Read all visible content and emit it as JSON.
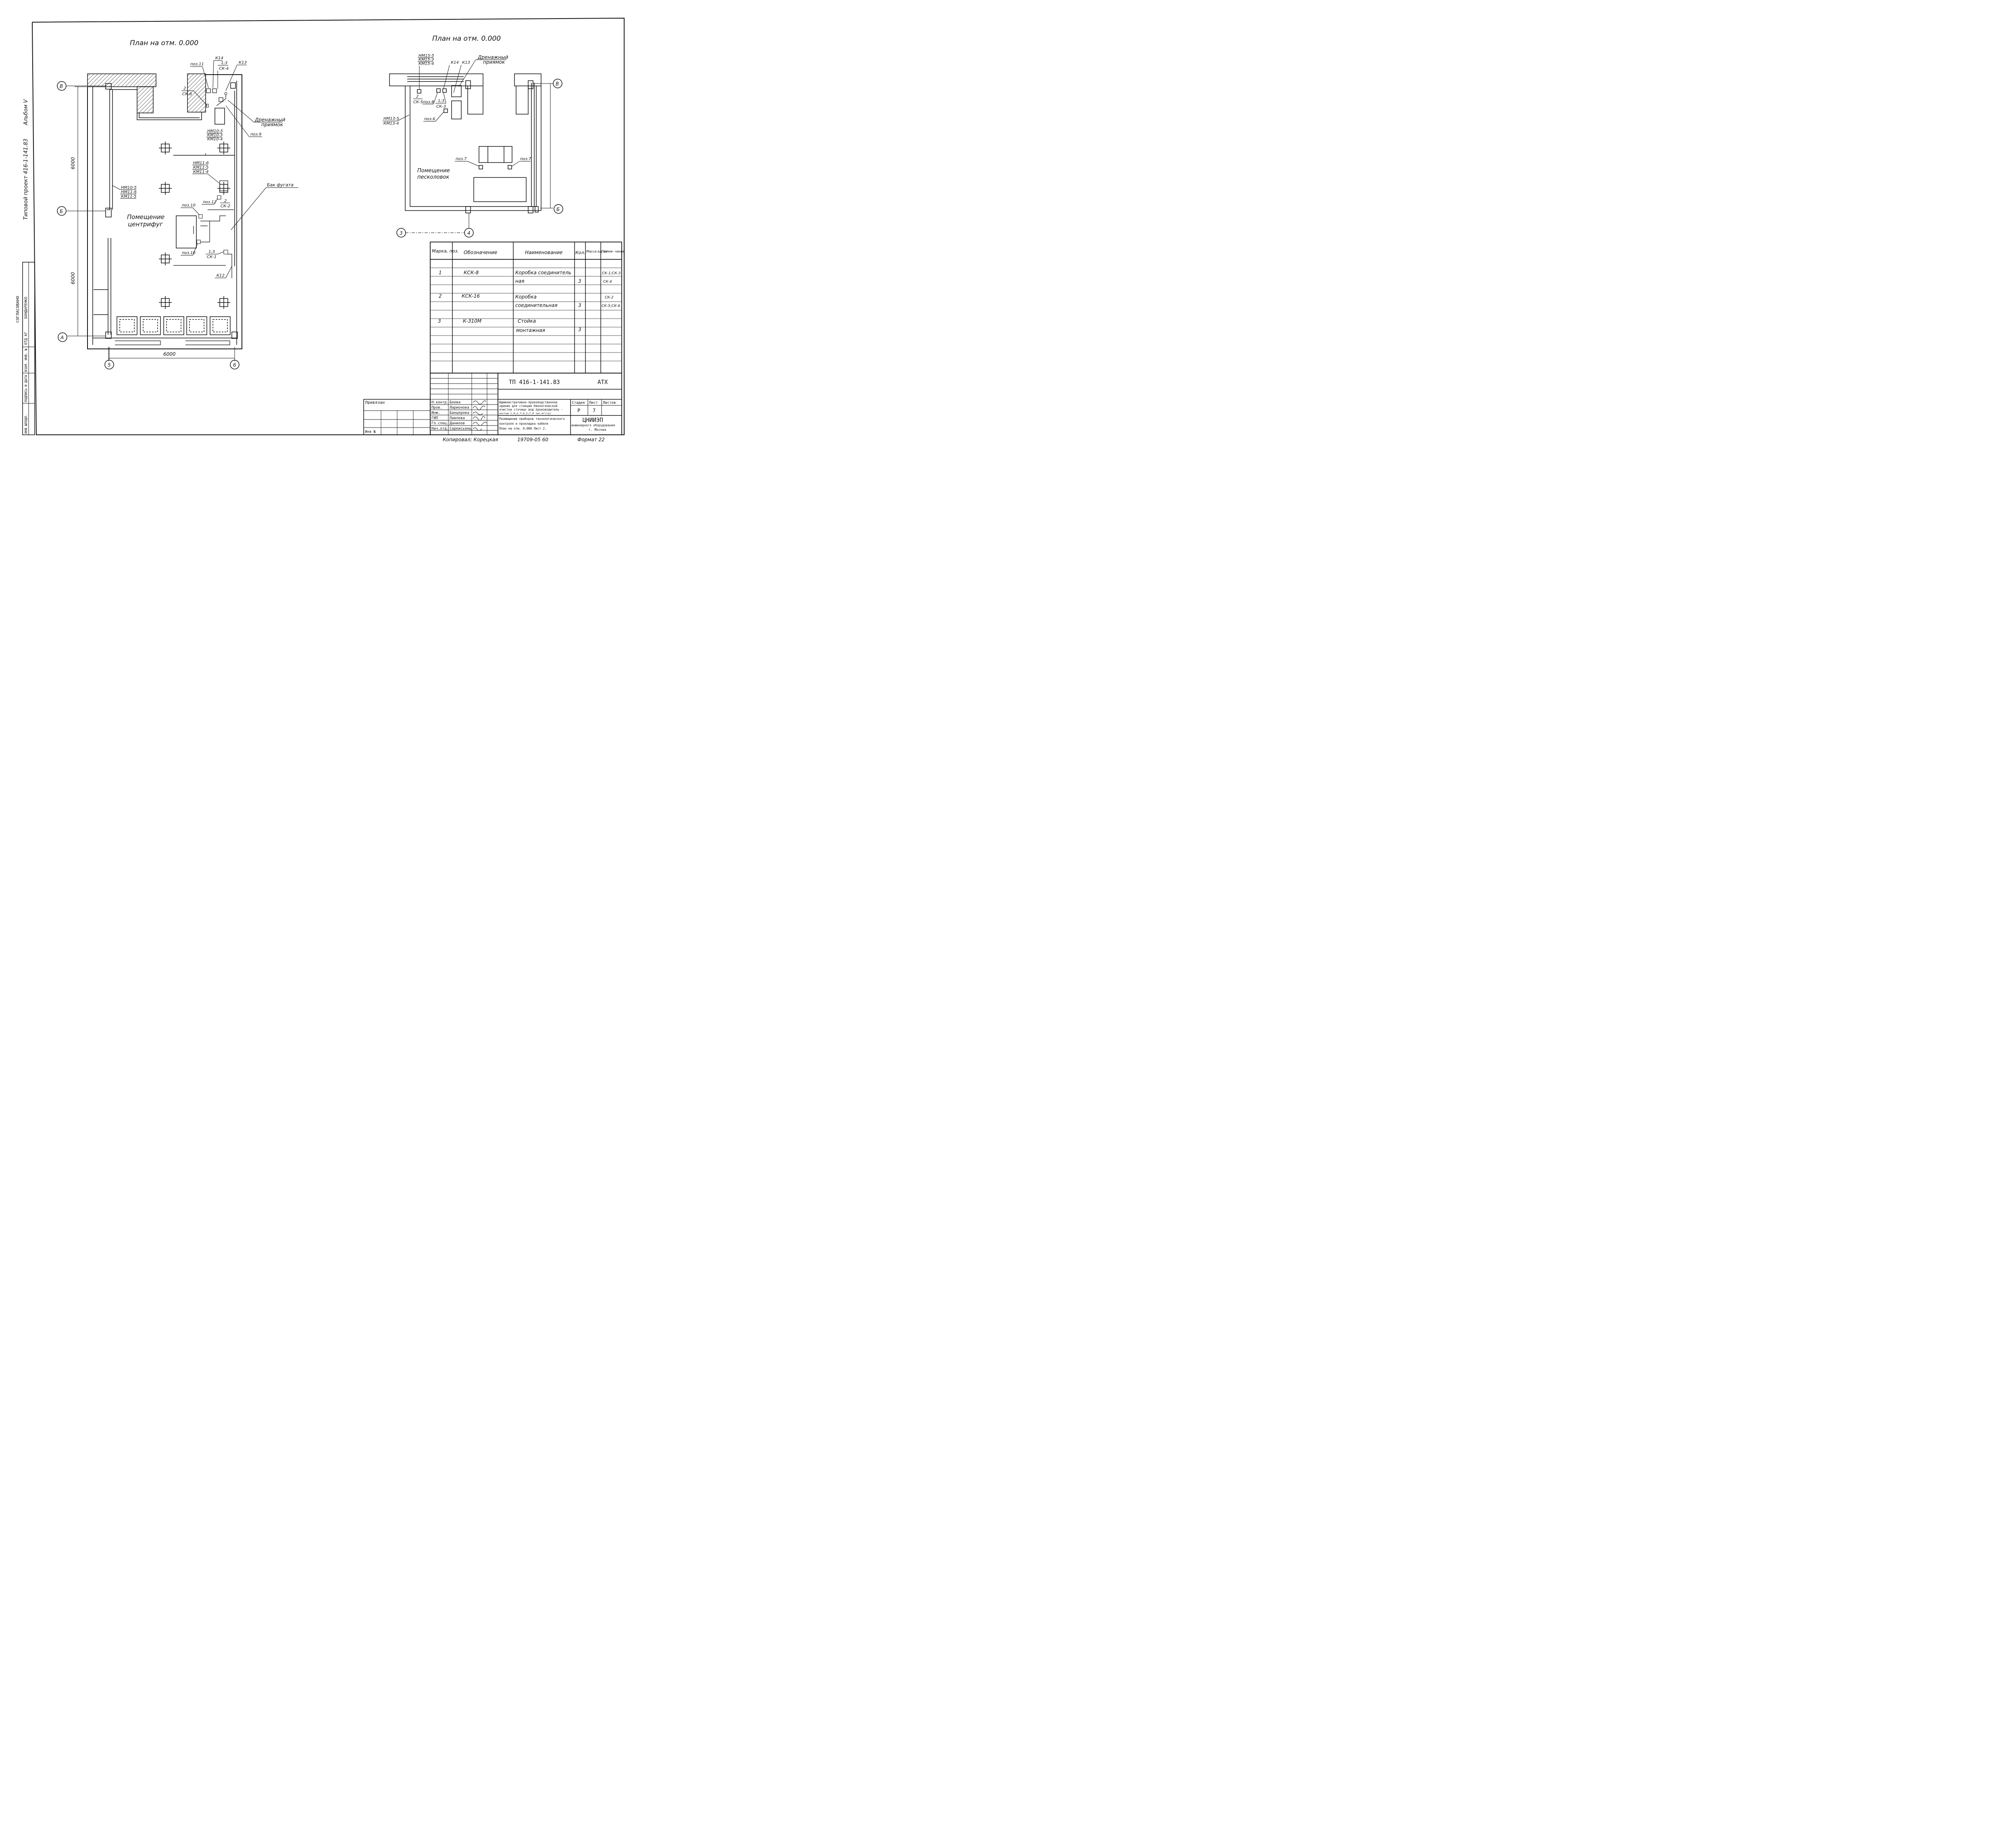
{
  "left_plan": {
    "title": "План на отм. 0.000",
    "room_label_1": "Помещение",
    "room_label_2": "центрифуг",
    "dim_vertical_top": "6000",
    "dim_vertical_bottom": "6000",
    "dim_horizontal": "6000",
    "axis_b_cyr": "В",
    "axis_b": "Б",
    "axis_a": "А",
    "axis_5": "5",
    "axis_6": "6",
    "tags": {
      "poz11": "поз.11",
      "k14": "К14",
      "k13": "К13",
      "ratio_1_3_top": "1;3",
      "sk4": "СК-4",
      "num2_top": "2",
      "sk6": "СК-6",
      "drain_1": "Дренажный",
      "drain_2": "приямок",
      "poz9": "поз.9",
      "nm10_5": "НМ10-5",
      "km10_3": "КМ10-3",
      "km10_4": "КМ10-4",
      "nm11_6": "НМ11-6",
      "km11_5": "КМ11-5",
      "km11_4": "КМ11-4",
      "bak": "Бак фугата",
      "poz12": "поз.12",
      "num2_mid": "2",
      "sk2": "СК-2",
      "poz10_top": "поз.10",
      "poz10_bot": "поз.10",
      "ratio_1_3_bot": "1;3",
      "sk1": "СК-1",
      "k12": "К12",
      "wall_nm10_5": "НМ10-5",
      "wall_nm11_6": "НМ11-6",
      "wall_km11_5": "КМ11-5"
    }
  },
  "right_plan": {
    "title": "План на отм. 0.000",
    "room_label_1": "Помещение",
    "room_label_2": "песколовок",
    "axis_b_cyr": "В",
    "axis_b": "Б",
    "axis_3": "3",
    "axis_4": "4",
    "tags": {
      "nm15_5": "НМ15-5",
      "km15_3": "КМ15-3",
      "km15_4": "КМ15-4",
      "k14": "К14",
      "k13": "К13",
      "drain_1": "Дренажный",
      "drain_2": "приямок",
      "num2": "2",
      "sk5": "СК-5",
      "poz8": "поз.8",
      "ratio_1_3": "1;3",
      "sk3": "СК-3",
      "poz6": "поз.6",
      "nm13_5": "НМ13-5",
      "km13_4": "КМ13-4",
      "poz7_left": "поз.7",
      "poz7_right": "поз.7"
    }
  },
  "side_stamp": {
    "album": "Альбом V",
    "project": "Типовой проект 416-1-141.83",
    "agreed": "СОГЛАСОВАНО",
    "dept": "ОТД КГ",
    "name": "БОНДАРЕНКО",
    "col1": "ИНВ №ПОДЛ.",
    "col2": "ПОДПИСЬ И ДАТА",
    "col3": "ВЗАМ. ИНВ. №"
  },
  "spec_table": {
    "headers": [
      "Марка, поз.",
      "Обозначение",
      "Наименование",
      "Кол.",
      "Масса ед. кг",
      "Приме- чание"
    ],
    "rows": [
      {
        "mark": "1",
        "code": "КСК-8",
        "name1": "Коробка соединитель",
        "name2": "ная",
        "qty": "3",
        "note1": "СК-1;СК-3",
        "note2": "СК-4"
      },
      {
        "mark": "2",
        "code": "КСК-16",
        "name1": "Коробка",
        "name2": "соединительная",
        "qty": "3",
        "note1": "СК-2",
        "note2": "СК-5;СК-6"
      },
      {
        "mark": "3",
        "code": "К-310М",
        "name1": "Стойка",
        "name2": "монтажная",
        "qty": "3",
        "note1": "",
        "note2": ""
      }
    ]
  },
  "title_block": {
    "code": "ТП 416-1-141.83",
    "mark": "АТХ",
    "desc1": "Административно-производственное",
    "desc2": "здание для станции биологической",
    "desc3": "очистки сточных вод производитель -",
    "desc4": "ностью 1,4;2,7;4,2;7,0 тыс.м³/сут",
    "sheet_title1": "Размещение приборов технологического",
    "sheet_title2": "контроля и прокладка кабеля",
    "sheet_title3": "План на отм. 0.000  Лист 2.",
    "stage_h": "Стадия",
    "sheet_h": "Лист",
    "sheets_h": "Листов",
    "stage": "Р",
    "sheet": "7",
    "org1": "ЦНИИЭП",
    "org2": "инженерного оборудования",
    "org3": "г. Москва",
    "roles": [
      "Н.контр.",
      "Пров.",
      "Инж.",
      "ГИП",
      "Гл.спец.",
      "Нач.отд."
    ],
    "names": [
      "Боева",
      "Ларионова",
      "Банцерова",
      "Павлова",
      "Данилов",
      "Саркисьянц"
    ],
    "bound": "Привязан",
    "inv": "Инв №",
    "copied": "Копировал; Корецкая",
    "order": "19709-05  60",
    "format": "Формат 22"
  }
}
